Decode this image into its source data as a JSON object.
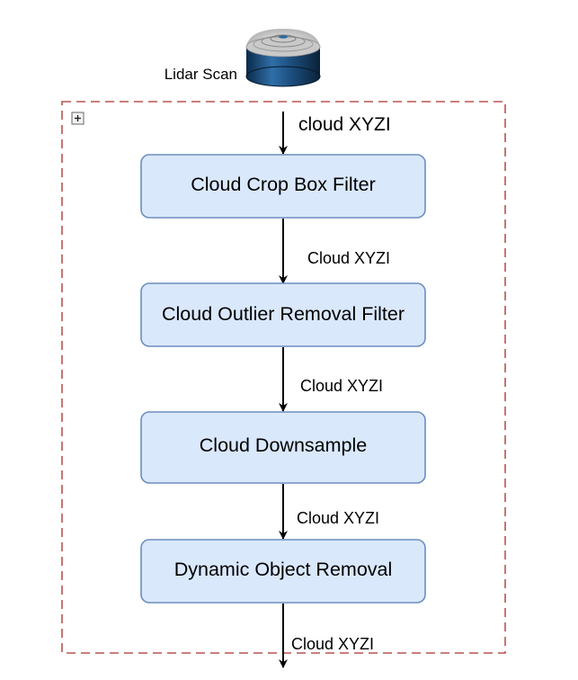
{
  "source": {
    "label": "Lidar Scan",
    "icon": "lidar-sensor-icon"
  },
  "group": {
    "expand_icon": "plus-box-icon",
    "border_color": "#b85450"
  },
  "input_edge_label": "cloud XYZI",
  "nodes": [
    {
      "label": "Cloud Crop Box Filter"
    },
    {
      "label": "Cloud Outlier Removal Filter"
    },
    {
      "label": "Cloud Downsample"
    },
    {
      "label": "Dynamic Object Removal"
    }
  ],
  "edge_labels": [
    "Cloud XYZI",
    "Cloud XYZI",
    "Cloud XYZI",
    "Cloud XYZI"
  ],
  "colors": {
    "node_fill": "#dae8fc",
    "node_stroke": "#6c8ebf",
    "arrow": "#000000"
  }
}
